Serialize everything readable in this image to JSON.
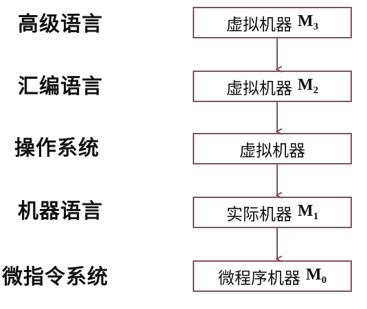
{
  "levels": [
    {
      "label": "高级语言",
      "machine": {
        "name": "虚拟机器",
        "symbol": "M",
        "sub": "3"
      }
    },
    {
      "label": "汇编语言",
      "machine": {
        "name": "虚拟机器",
        "symbol": "M",
        "sub": "2"
      }
    },
    {
      "label": "操作系统",
      "machine": {
        "name": "虚拟机器",
        "symbol": "",
        "sub": ""
      }
    },
    {
      "label": "机器语言",
      "machine": {
        "name": "实际机器",
        "symbol": "M",
        "sub": "1"
      }
    },
    {
      "label": "微指令系统",
      "machine": {
        "name": "微程序机器",
        "symbol": "M",
        "sub": "0"
      }
    }
  ],
  "colors": {
    "box_border": "#8a4a5a",
    "arrow": "#8a4a5a"
  }
}
